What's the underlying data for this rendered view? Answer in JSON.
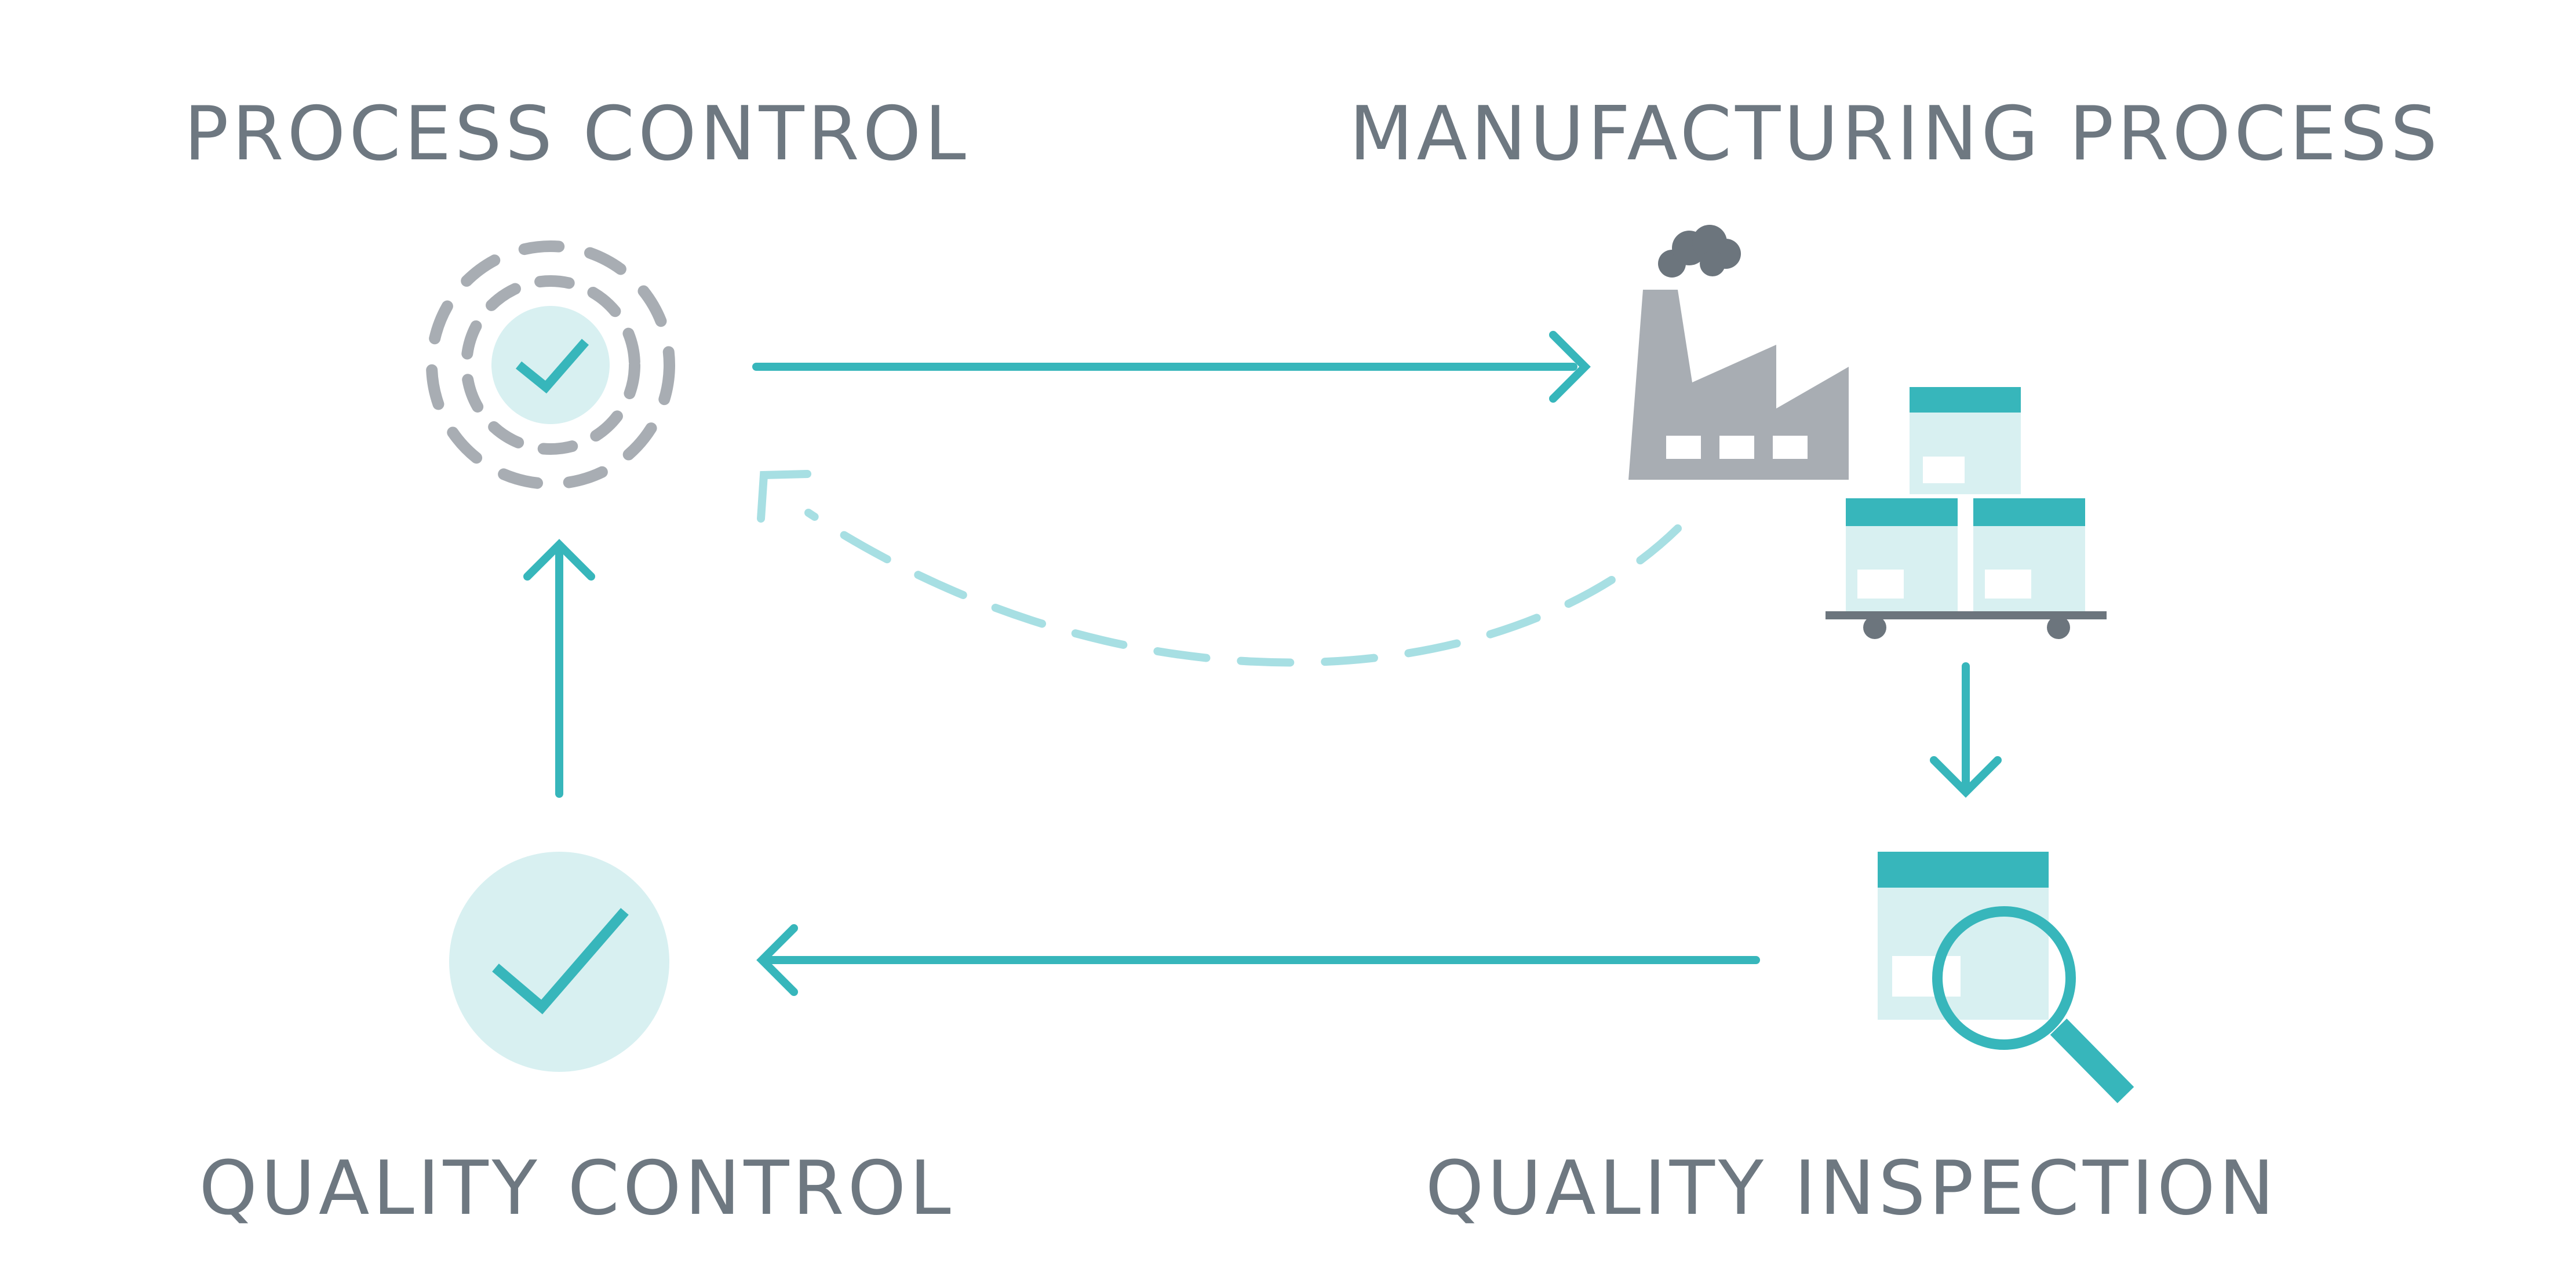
{
  "colors": {
    "teal": "#37b6bb",
    "light_teal": "#d8f0f1",
    "dashed_teal": "#a7dfe3",
    "gray": "#a8adb3",
    "dark_gray": "#6c757d",
    "text": "#6e7881"
  },
  "nodes": {
    "process_control": {
      "label": "PROCESS CONTROL",
      "icon": "dashed-circle-check-icon"
    },
    "manufacturing_process": {
      "label": "MANUFACTURING PROCESS",
      "icon": "factory-icon"
    },
    "quality_inspection": {
      "label": "QUALITY INSPECTION",
      "icon": "magnifier-box-icon"
    },
    "quality_control": {
      "label": "QUALITY CONTROL",
      "icon": "check-circle-icon"
    }
  },
  "flows": [
    {
      "from": "process_control",
      "to": "manufacturing_process",
      "style": "solid"
    },
    {
      "from": "manufacturing_process",
      "to": "quality_inspection",
      "style": "solid"
    },
    {
      "from": "quality_inspection",
      "to": "quality_control",
      "style": "solid"
    },
    {
      "from": "quality_control",
      "to": "process_control",
      "style": "solid"
    },
    {
      "from": "manufacturing_process",
      "to": "process_control",
      "style": "dashed"
    }
  ]
}
